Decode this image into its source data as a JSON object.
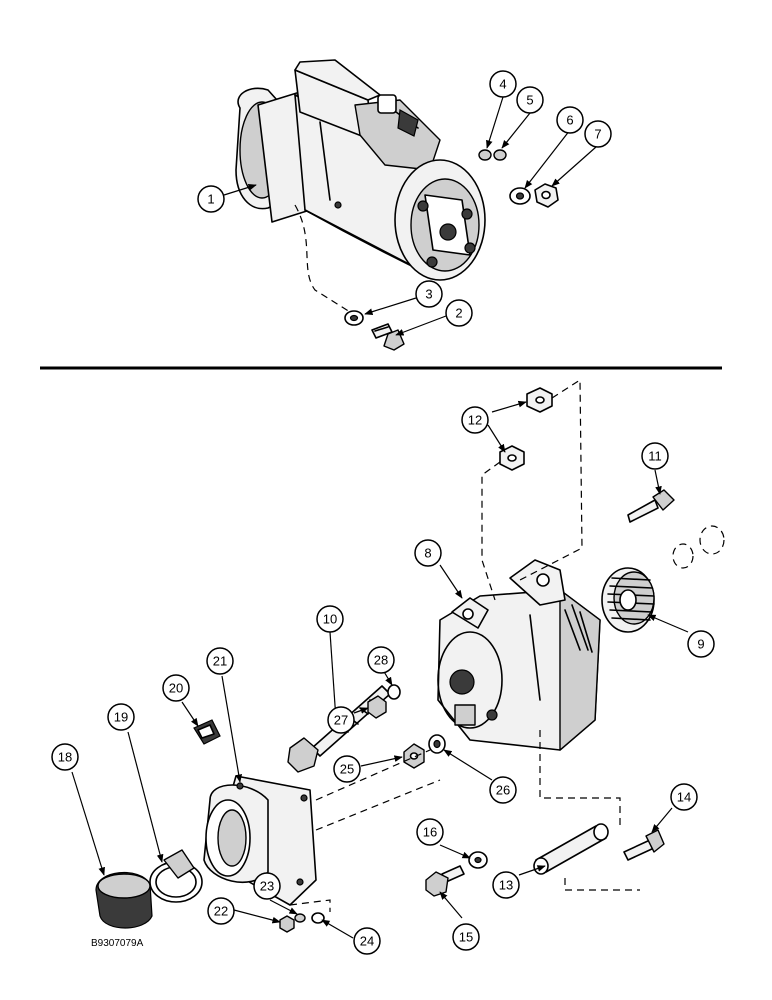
{
  "figure_id": "B9307079A",
  "callouts": {
    "c1": "1",
    "c2": "2",
    "c3": "3",
    "c4": "4",
    "c5": "5",
    "c6": "6",
    "c7": "7",
    "c8": "8",
    "c9": "9",
    "c10": "10",
    "c11": "11",
    "c12": "12",
    "c13": "13",
    "c14": "14",
    "c15": "15",
    "c16": "16",
    "c18": "18",
    "c19": "19",
    "c20": "20",
    "c21": "21",
    "c22": "22",
    "c23": "23",
    "c24": "24",
    "c25": "25",
    "c26": "26",
    "c27": "27",
    "c28": "28"
  }
}
